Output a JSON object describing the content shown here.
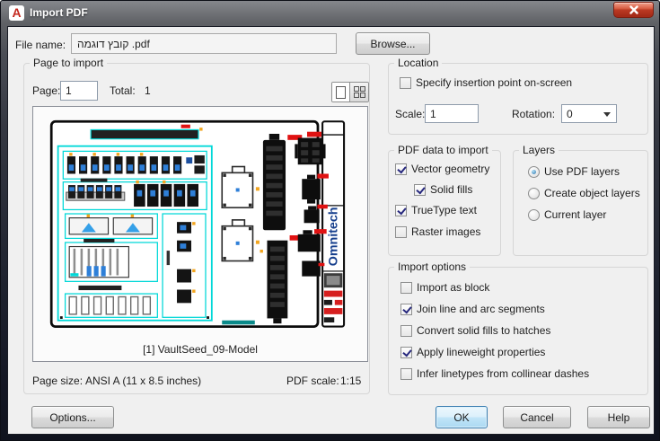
{
  "window": {
    "title": "Import PDF",
    "app_icon_letter": "A"
  },
  "file": {
    "label": "File name:",
    "value": "קובץ דוגמה .pdf",
    "browse_label": "Browse..."
  },
  "page_group": {
    "title": "Page to import",
    "page_label": "Page:",
    "page_value": "1",
    "total_label": "Total:",
    "total_value": "1",
    "preview_caption": "[1] VaultSeed_09-Model",
    "preview_brand": "Omnitech",
    "page_size_label": "Page size:",
    "page_size_value": "ANSI A (11 x 8.5 inches)",
    "pdf_scale_label": "PDF scale:",
    "pdf_scale_value": "1:15"
  },
  "location_group": {
    "title": "Location",
    "insertion_checkbox": {
      "label": "Specify insertion point on-screen",
      "checked": false
    },
    "scale_label": "Scale:",
    "scale_value": "1",
    "rotation_label": "Rotation:",
    "rotation_value": "0"
  },
  "pdf_data_group": {
    "title": "PDF data to import",
    "items": [
      {
        "label": "Vector geometry",
        "checked": true
      },
      {
        "label": "Solid fills",
        "checked": true
      },
      {
        "label": "TrueType text",
        "checked": true
      },
      {
        "label": "Raster images",
        "checked": false
      }
    ]
  },
  "layers_group": {
    "title": "Layers",
    "options": [
      {
        "label": "Use PDF layers",
        "selected": true
      },
      {
        "label": "Create object layers",
        "selected": false
      },
      {
        "label": "Current layer",
        "selected": false
      }
    ]
  },
  "import_options_group": {
    "title": "Import options",
    "items": [
      {
        "label": "Import as block",
        "checked": false
      },
      {
        "label": "Join line and arc segments",
        "checked": true
      },
      {
        "label": "Convert solid fills to hatches",
        "checked": false
      },
      {
        "label": "Apply lineweight properties",
        "checked": true
      },
      {
        "label": "Infer linetypes from collinear dashes",
        "checked": false
      }
    ]
  },
  "footer": {
    "options_label": "Options...",
    "ok_label": "OK",
    "cancel_label": "Cancel",
    "help_label": "Help"
  },
  "colors": {
    "accent": "#3c7fb1",
    "check": "#26277d",
    "drawing_cyan": "#00d8d8",
    "drawing_red": "#e01212",
    "brand_blue": "#163f8d"
  }
}
